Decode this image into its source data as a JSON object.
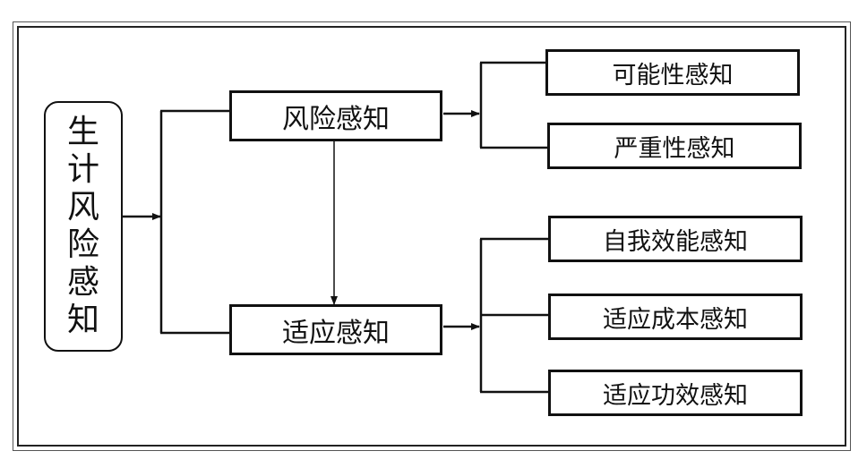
{
  "diagram": {
    "root": "生计风险感知",
    "risk": {
      "label": "风险感知",
      "children": [
        "可能性感知",
        "严重性感知"
      ]
    },
    "adaptation": {
      "label": "适应感知",
      "children": [
        "自我效能感知",
        "适应成本感知",
        "适应功效感知"
      ]
    }
  }
}
